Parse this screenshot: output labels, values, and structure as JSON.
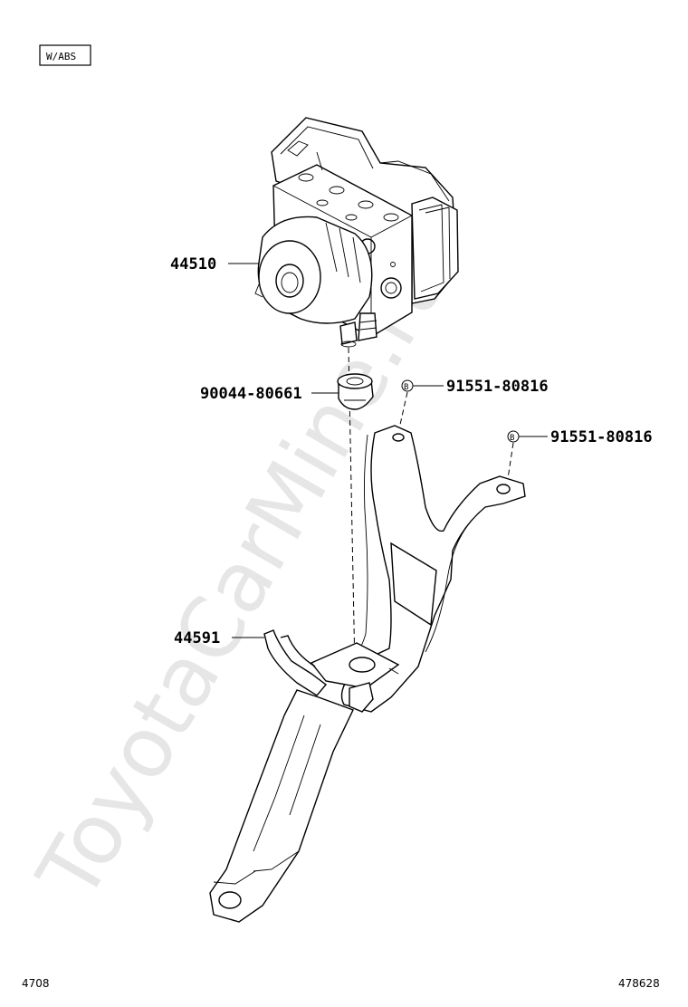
{
  "badge": {
    "text": "W/ABS"
  },
  "watermark": {
    "text": "ToyotaCarMine.ru"
  },
  "parts": {
    "actuator": "44510",
    "grommet": "90044-80661",
    "bolt_a": "91551-80816",
    "bolt_b": "91551-80816",
    "bracket": "44591"
  },
  "bolt_marker": {
    "text": "B"
  },
  "footer": {
    "left": "4708",
    "right": "478628"
  }
}
